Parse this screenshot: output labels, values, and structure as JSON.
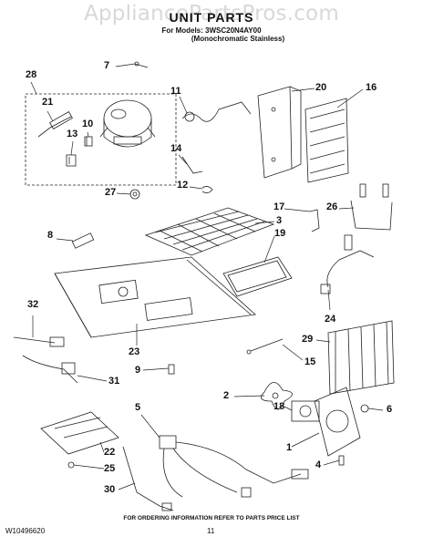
{
  "watermark": "AppliancePartsPros.com",
  "header": {
    "title": "UNIT PARTS",
    "models_line1": "For Models: 3WSC20N4AY00",
    "models_line2": "(Monochromatic Stainless)"
  },
  "callouts": [
    "28",
    "21",
    "10",
    "13",
    "7",
    "11",
    "20",
    "16",
    "27",
    "14",
    "12",
    "17",
    "26",
    "3",
    "8",
    "19",
    "32",
    "24",
    "23",
    "29",
    "9",
    "15",
    "31",
    "2",
    "5",
    "6",
    "18",
    "1",
    "22",
    "4",
    "25",
    "30"
  ],
  "footer": {
    "note": "FOR ORDERING INFORMATION REFER TO PARTS PRICE LIST",
    "doc_id": "W10496620",
    "page": "11"
  }
}
